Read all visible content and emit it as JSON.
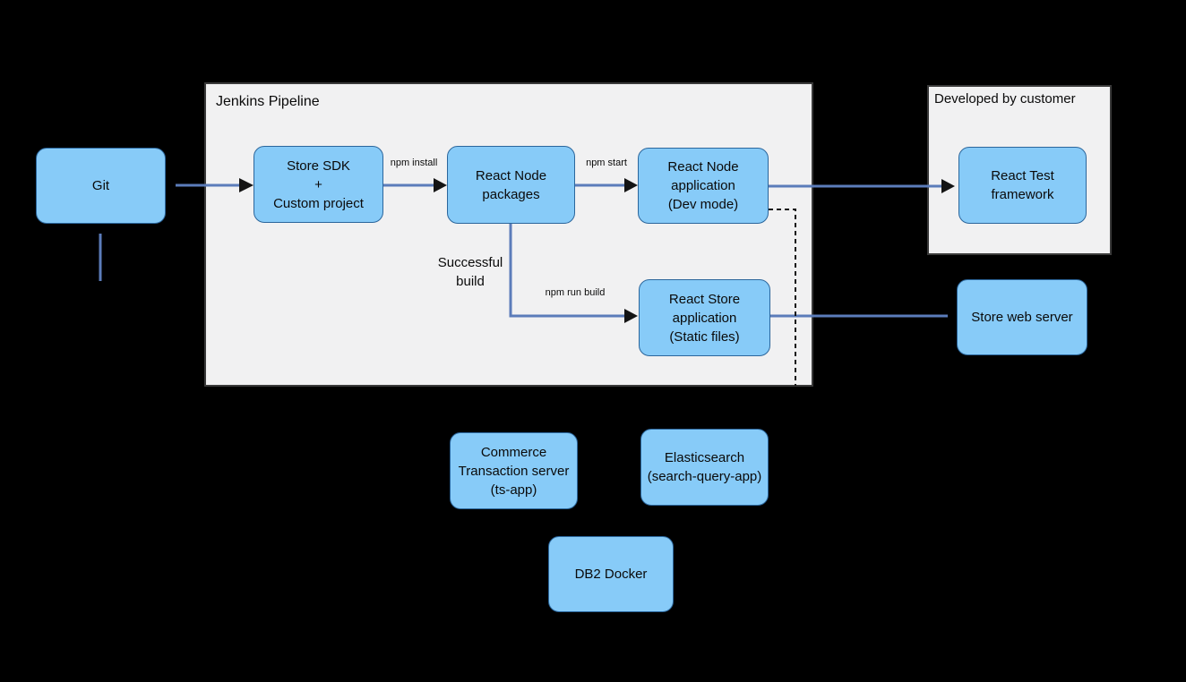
{
  "diagram": {
    "colors": {
      "background": "#000000",
      "node_fill": "#87CBF8",
      "node_border": "#2B669C",
      "connector": "#5B7CBA",
      "container_fill": "#F1F1F2",
      "container_border": "#3A3A3A",
      "dashed_line": "#141414",
      "text": "#0A0A0A"
    },
    "containers": {
      "jenkins": {
        "label": "Jenkins Pipeline"
      },
      "customer": {
        "label": "Developed by customer"
      }
    },
    "nodes": {
      "git": {
        "label": "Git"
      },
      "store_sdk": {
        "label": "Store SDK\n+\nCustom project"
      },
      "react_node_packages": {
        "label": "React Node\npackages"
      },
      "react_node_app": {
        "label": "React Node\napplication\n(Dev mode)"
      },
      "react_store_app": {
        "label": "React Store\napplication\n(Static files)"
      },
      "react_test_framework": {
        "label": "React Test\nframework"
      },
      "store_web_server": {
        "label": "Store web server"
      },
      "commerce_ts": {
        "label": "Commerce\nTransaction server\n(ts-app)"
      },
      "elasticsearch": {
        "label": "Elasticsearch\n(search-query-app)"
      },
      "db2_docker": {
        "label": "DB2 Docker"
      }
    },
    "edge_labels": {
      "npm_install": "npm install",
      "npm_start": "npm start",
      "npm_run_build": "npm run build",
      "successful_build": "Successful\nbuild"
    }
  }
}
